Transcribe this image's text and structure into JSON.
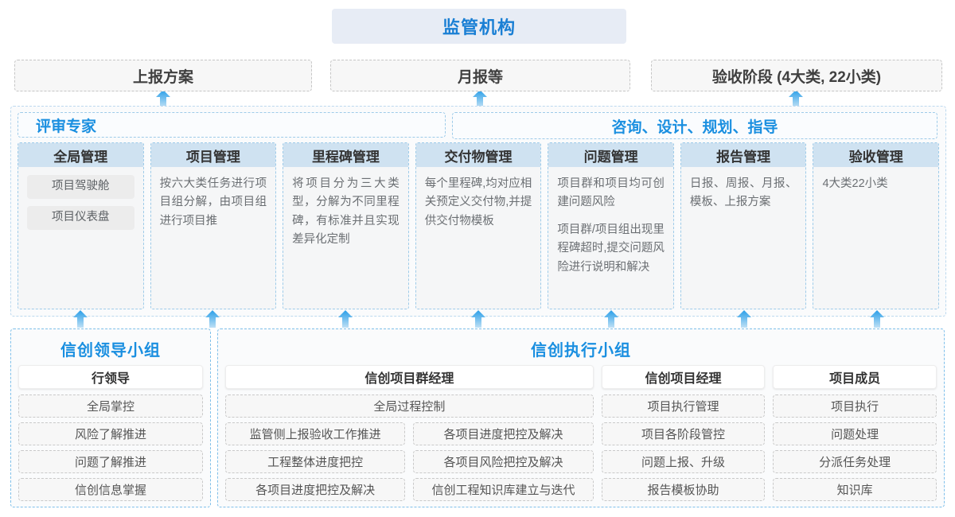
{
  "colors": {
    "accent_blue": "#1a8fe0",
    "banner_bg": "#e7ecf5",
    "col_head_bg": "#cfe2f1",
    "panel_border": "#9ecbe9",
    "dashed_gray": "#c6c6c6"
  },
  "regulator": {
    "label": "监管机构"
  },
  "report_boxes": [
    {
      "label": "上报方案"
    },
    {
      "label": "月报等"
    },
    {
      "label": "验收阶段 (4大类, 22小类)"
    }
  ],
  "bands": [
    {
      "label": "评审专家"
    },
    {
      "label": "咨询、设计、规划、指导"
    }
  ],
  "capability_columns": [
    {
      "title": "全局管理",
      "pills": [
        "项目驾驶舱",
        "项目仪表盘"
      ],
      "paragraphs": []
    },
    {
      "title": "项目管理",
      "pills": [],
      "paragraphs": [
        "按六大类任务进行项目组分解，由项目组进行项目推"
      ]
    },
    {
      "title": "里程碑管理",
      "pills": [],
      "paragraphs": [
        "将项目分为三大类型，分解为不同里程碑，有标准并且实现差异化定制"
      ]
    },
    {
      "title": "交付物管理",
      "pills": [],
      "paragraphs": [
        "每个里程碑,均对应相关预定义交付物,并提供交付物模板"
      ]
    },
    {
      "title": "问题管理",
      "pills": [],
      "paragraphs": [
        "项目群和项目均可创建问题风险",
        "项目群/项目组出现里程碑超时,提交问题风险进行说明和解决"
      ]
    },
    {
      "title": "报告管理",
      "pills": [],
      "paragraphs": [
        "日报、周报、月报、模板、上报方案"
      ]
    },
    {
      "title": "验收管理",
      "pills": [],
      "paragraphs": [
        "4大类22小类"
      ]
    }
  ],
  "org_groups": [
    {
      "title": "信创领导小组",
      "roles": [
        {
          "name": "行领导",
          "full_width_tasks": [],
          "tasks": [
            "全局掌控",
            "风险了解推进",
            "问题了解推进",
            "信创信息掌握"
          ]
        }
      ]
    },
    {
      "title": "信创执行小组",
      "roles": [
        {
          "name": "信创项目群经理",
          "full_width_tasks": [
            "全局过程控制"
          ],
          "tasks_left": [
            "监管侧上报验收工作推进",
            "工程整体进度把控",
            "各项目进度把控及解决"
          ],
          "tasks_right": [
            "各项目进度把控及解决",
            "各项目风险把控及解决",
            "信创工程知识库建立与迭代"
          ]
        },
        {
          "name": "信创项目经理",
          "tasks": [
            "项目执行管理",
            "项目各阶段管控",
            "问题上报、升级",
            "报告模板协助"
          ]
        },
        {
          "name": "项目成员",
          "tasks": [
            "项目执行",
            "问题处理",
            "分派任务处理",
            "知识库"
          ]
        }
      ]
    }
  ],
  "arrows": {
    "upper_row_label": "up-arrow",
    "count_upper": 3,
    "count_lower": 7
  }
}
